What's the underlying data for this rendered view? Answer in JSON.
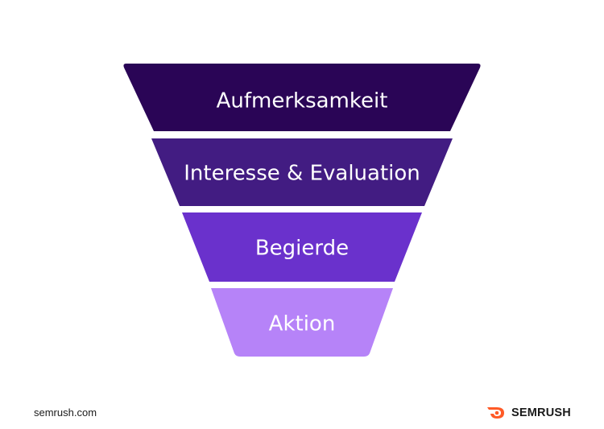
{
  "funnel": {
    "stages": [
      {
        "label": "Aufmerksamkeit",
        "color": "#2a0556"
      },
      {
        "label": "Interesse & Evaluation",
        "color": "#421c82"
      },
      {
        "label": "Begierde",
        "color": "#6a31cc"
      },
      {
        "label": "Aktion",
        "color": "#b683f8"
      }
    ]
  },
  "footer": {
    "source": "semrush.com",
    "brand": "SEMRUSH",
    "brand_icon": "semrush-flame-icon",
    "brand_icon_color": "#ff5a26"
  }
}
